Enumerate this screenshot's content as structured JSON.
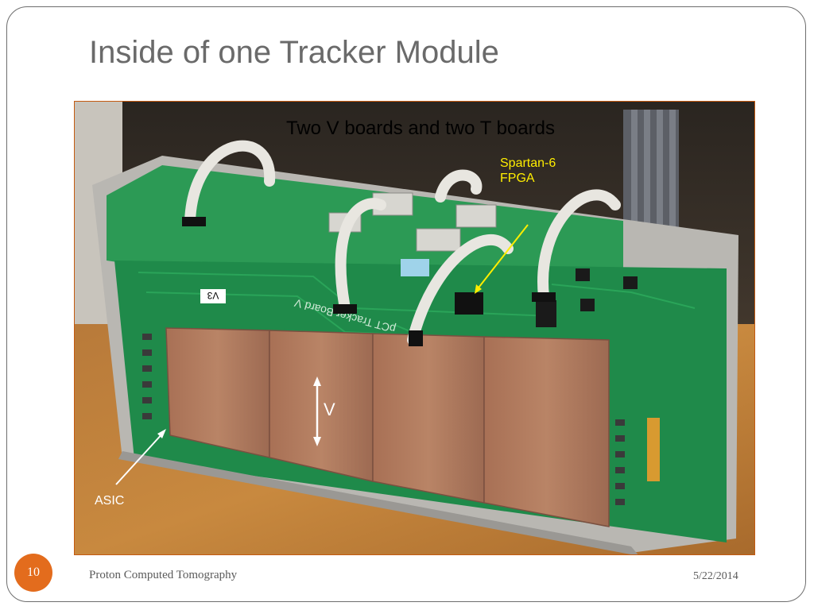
{
  "slide": {
    "title": "Inside of one Tracker Module",
    "slide_number": "10",
    "footer_text": "Proton Computed Tomography",
    "date": "5/22/2014"
  },
  "photo": {
    "caption": "Two V boards and two T boards",
    "fpga_label_line1": "Spartan-6",
    "fpga_label_line2": "FPGA",
    "v_label": "V",
    "asic_label": "ASIC",
    "board_silkscreen": "pCT Tracker Board V",
    "board_version": "V3"
  },
  "colors": {
    "accent": "#e36c1d",
    "title_text": "#6a6a6a",
    "board_green": "#1f8a4a",
    "fpga_label": "#ffee00"
  }
}
